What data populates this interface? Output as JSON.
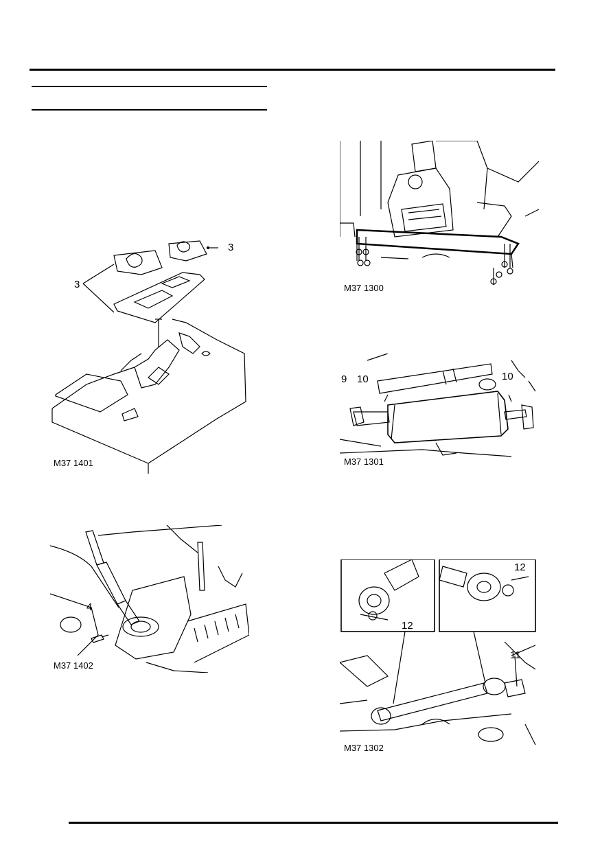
{
  "figures": {
    "fig_1401": {
      "caption": "M37 1401",
      "callouts": [
        "3",
        "3"
      ]
    },
    "fig_1402": {
      "caption": "M37 1402",
      "callouts": [
        "4"
      ]
    },
    "fig_1300": {
      "caption": "M37 1300"
    },
    "fig_1301": {
      "caption": "M37 1301",
      "callouts": [
        "9",
        "10",
        "10"
      ]
    },
    "fig_1302": {
      "caption": "M37 1302",
      "callouts": [
        "12",
        "12",
        "11"
      ]
    }
  }
}
